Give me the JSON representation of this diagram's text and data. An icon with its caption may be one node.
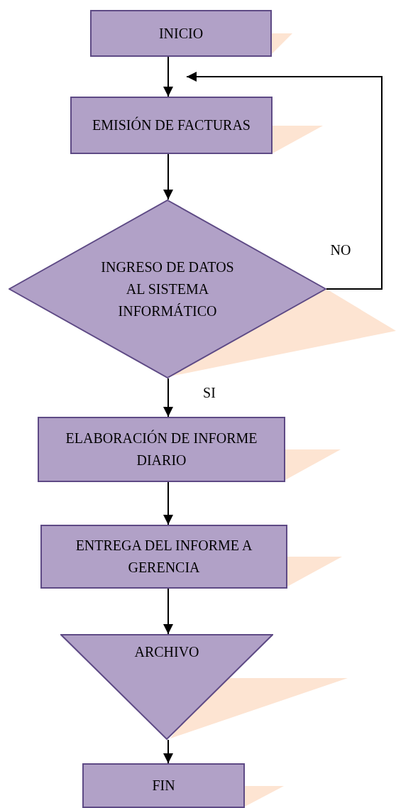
{
  "diagram": {
    "nodes": [
      {
        "text": [
          "INICIO"
        ]
      },
      {
        "text": [
          "EMISIÓN DE FACTURAS"
        ]
      },
      {
        "text": [
          "INGRESO DE DATOS AL SISTEMA INFORMÁTICO"
        ]
      },
      {
        "text": [
          "ELABORACIÓN DE INFORME DIARIO"
        ]
      },
      {
        "text": [
          "ENTREGA DEL INFORME A GERENCIA"
        ]
      },
      {
        "text": [
          "ARCHIVO"
        ]
      },
      {
        "text": [
          "FIN"
        ]
      }
    ],
    "edges": [
      {
        "from": 0,
        "to": 1,
        "arrow": "to"
      },
      {
        "from": 1,
        "to": 2,
        "arrow": "to"
      },
      {
        "from": 2,
        "to": 1,
        "arrow": "to",
        "label": "NO"
      },
      {
        "from": 2,
        "to": 3,
        "arrow": "to",
        "label": "SI"
      },
      {
        "from": 3,
        "to": 4,
        "arrow": "to"
      },
      {
        "from": 4,
        "to": 5,
        "arrow": "to"
      },
      {
        "from": 5,
        "to": 6,
        "arrow": "to"
      }
    ]
  }
}
